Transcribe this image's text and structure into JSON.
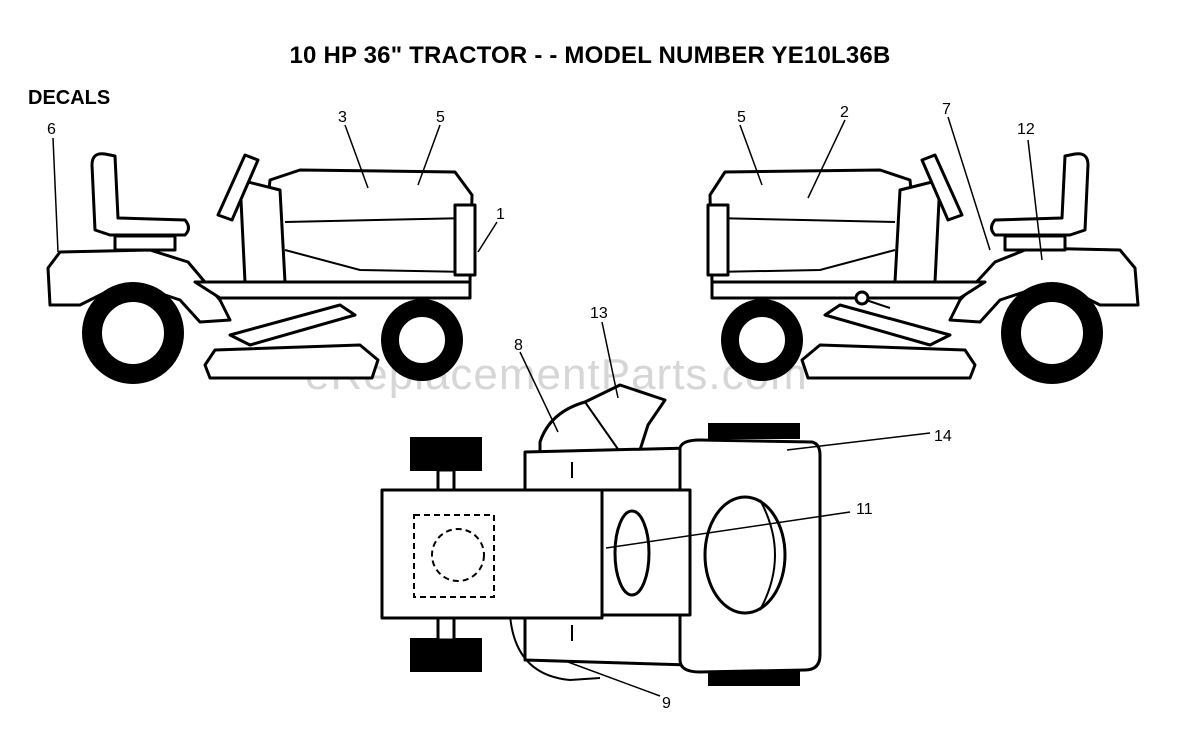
{
  "title": "10 HP 36\" TRACTOR - - MODEL NUMBER YE10L36B",
  "section_label": "DECALS",
  "watermark": "eReplacementParts.com",
  "callouts": {
    "c1": "1",
    "c2": "2",
    "c3": "3",
    "c5a": "5",
    "c5b": "5",
    "c6": "6",
    "c7": "7",
    "c8": "8",
    "c9": "9",
    "c11": "11",
    "c12": "12",
    "c13": "13",
    "c14": "14"
  }
}
